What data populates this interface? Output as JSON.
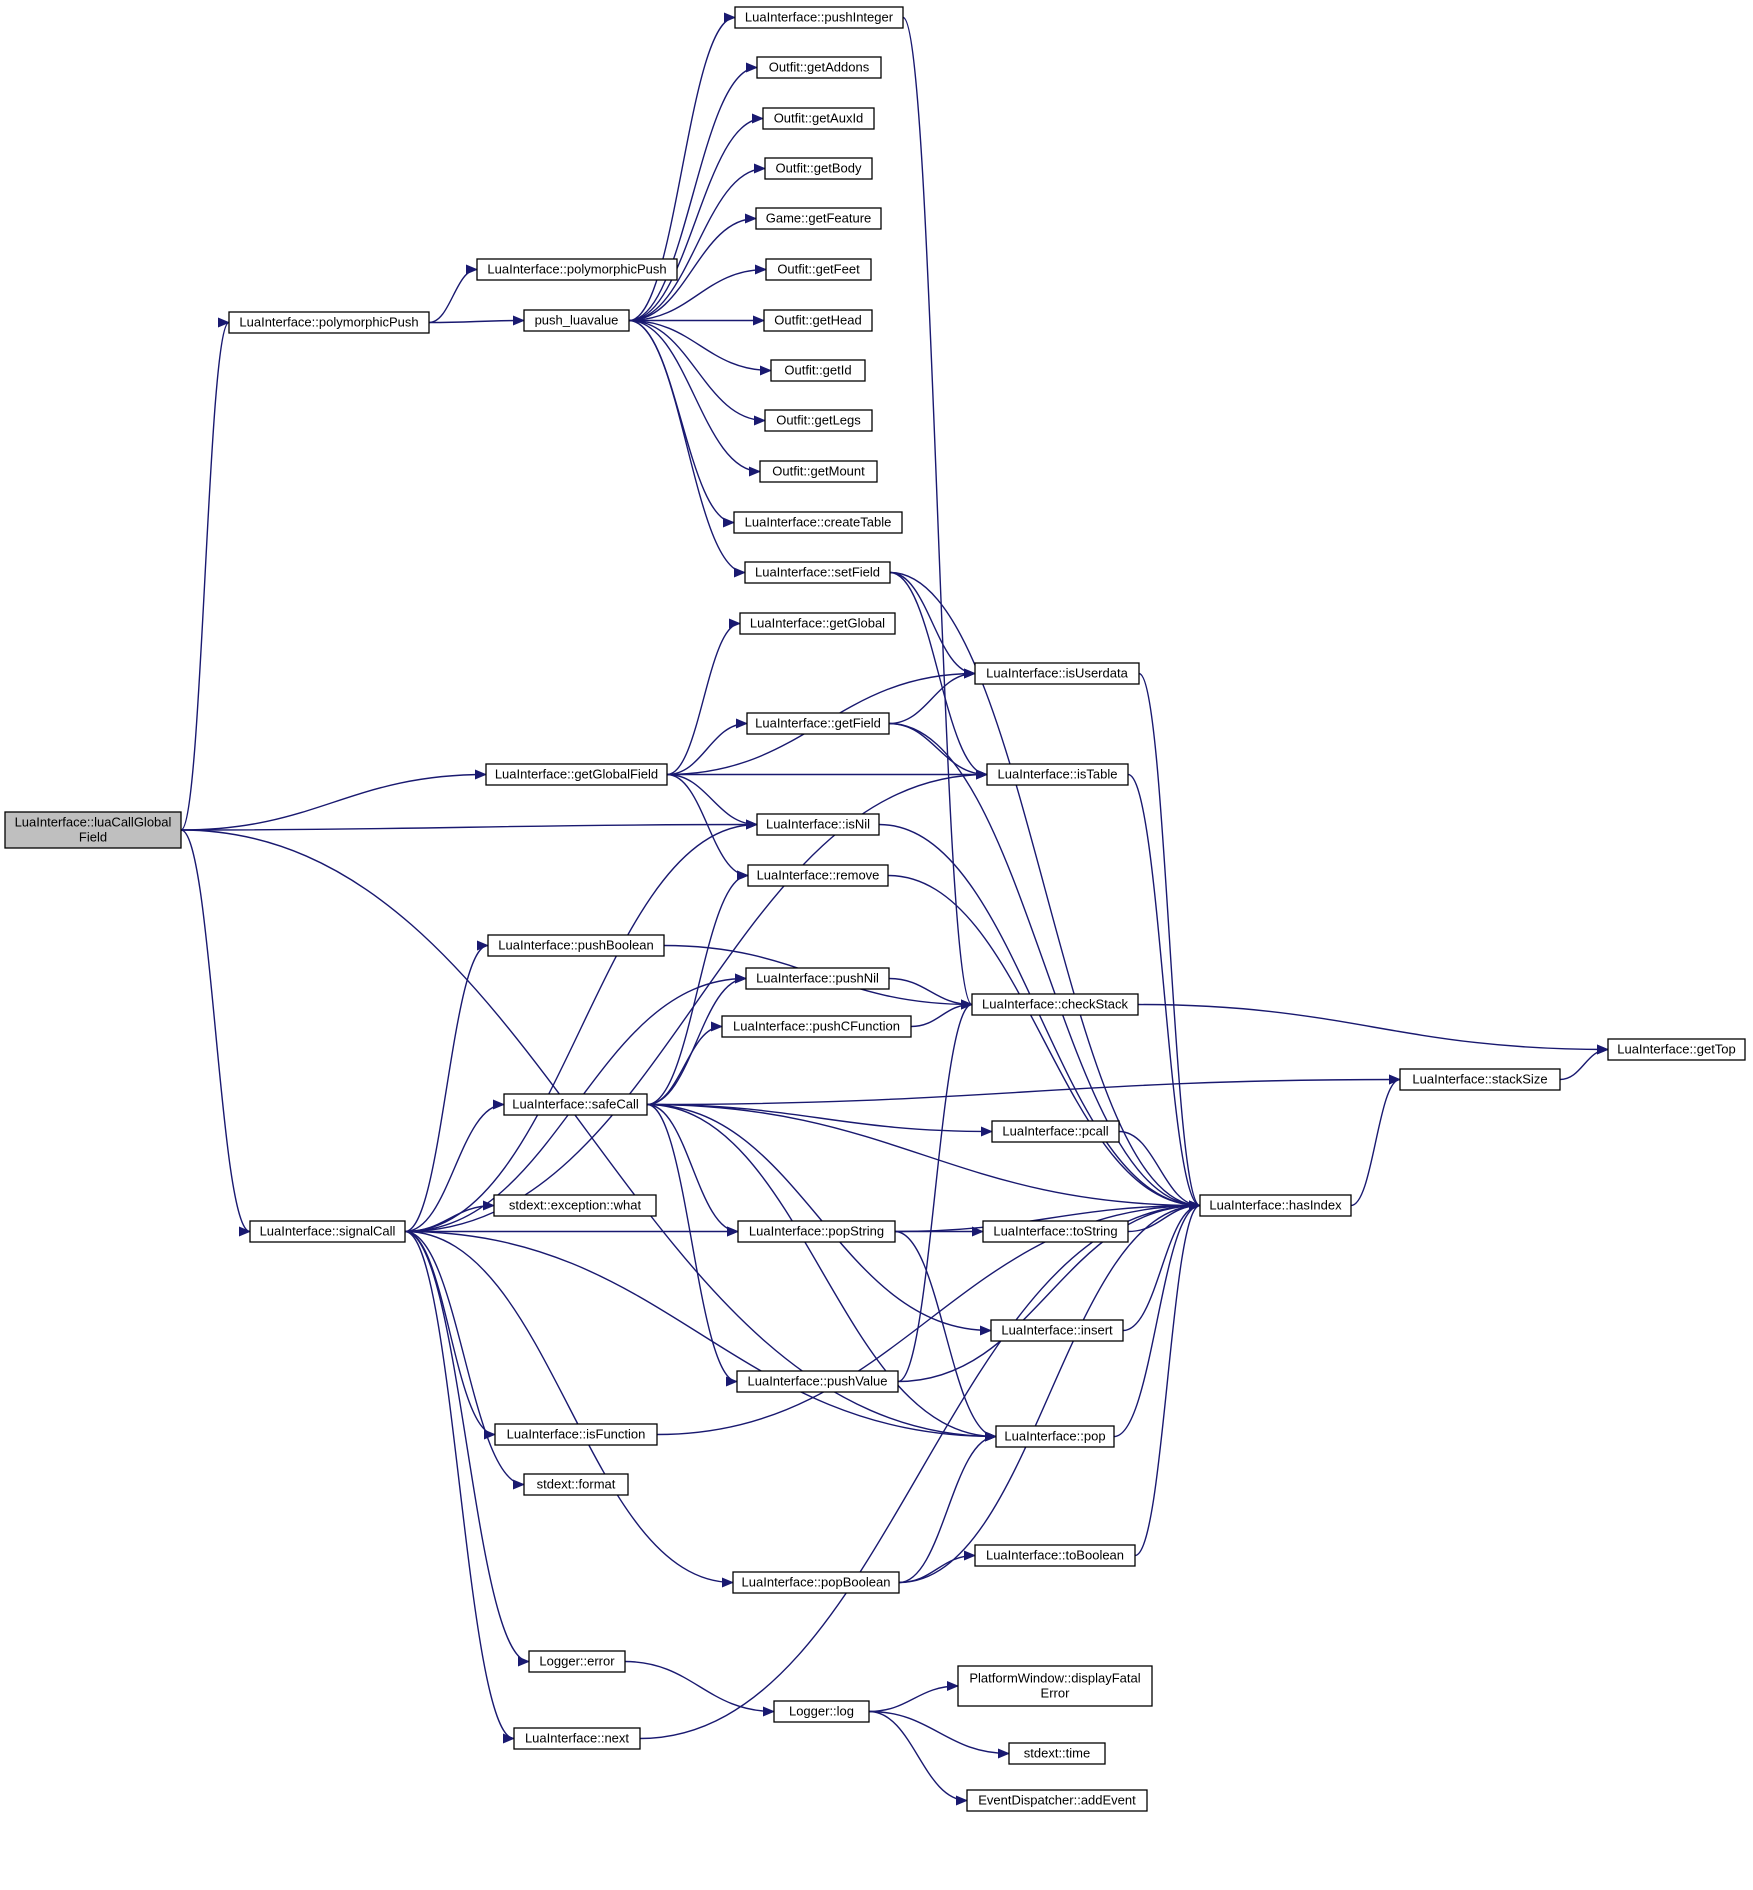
{
  "colors": {
    "edge": "#191970",
    "root_fill": "#bfbfbf",
    "node_fill": "#ffffff",
    "border": "#000000"
  },
  "nodes": [
    {
      "id": "root",
      "lines": [
        "LuaInterface::luaCallGlobal",
        "Field"
      ],
      "root": true
    },
    {
      "id": "polyPush1",
      "lines": [
        "LuaInterface::polymorphicPush"
      ]
    },
    {
      "id": "polyPush2",
      "lines": [
        "LuaInterface::polymorphicPush"
      ]
    },
    {
      "id": "pushLuavalue",
      "lines": [
        "push_luavalue"
      ]
    },
    {
      "id": "pushInteger",
      "lines": [
        "LuaInterface::pushInteger"
      ]
    },
    {
      "id": "getAddons",
      "lines": [
        "Outfit::getAddons"
      ]
    },
    {
      "id": "getAuxId",
      "lines": [
        "Outfit::getAuxId"
      ]
    },
    {
      "id": "getBody",
      "lines": [
        "Outfit::getBody"
      ]
    },
    {
      "id": "getFeature",
      "lines": [
        "Game::getFeature"
      ]
    },
    {
      "id": "getFeet",
      "lines": [
        "Outfit::getFeet"
      ]
    },
    {
      "id": "getHead",
      "lines": [
        "Outfit::getHead"
      ]
    },
    {
      "id": "getId",
      "lines": [
        "Outfit::getId"
      ]
    },
    {
      "id": "getLegs",
      "lines": [
        "Outfit::getLegs"
      ]
    },
    {
      "id": "getMount",
      "lines": [
        "Outfit::getMount"
      ]
    },
    {
      "id": "createTable",
      "lines": [
        "LuaInterface::createTable"
      ]
    },
    {
      "id": "setField",
      "lines": [
        "LuaInterface::setField"
      ]
    },
    {
      "id": "getGlobal",
      "lines": [
        "LuaInterface::getGlobal"
      ]
    },
    {
      "id": "isUserdata",
      "lines": [
        "LuaInterface::isUserdata"
      ]
    },
    {
      "id": "getField",
      "lines": [
        "LuaInterface::getField"
      ]
    },
    {
      "id": "getGlobalField",
      "lines": [
        "LuaInterface::getGlobalField"
      ]
    },
    {
      "id": "isTable",
      "lines": [
        "LuaInterface::isTable"
      ]
    },
    {
      "id": "isNil",
      "lines": [
        "LuaInterface::isNil"
      ]
    },
    {
      "id": "remove",
      "lines": [
        "LuaInterface::remove"
      ]
    },
    {
      "id": "pushBoolean",
      "lines": [
        "LuaInterface::pushBoolean"
      ]
    },
    {
      "id": "pushNil",
      "lines": [
        "LuaInterface::pushNil"
      ]
    },
    {
      "id": "checkStack",
      "lines": [
        "LuaInterface::checkStack"
      ]
    },
    {
      "id": "pushCFunction",
      "lines": [
        "LuaInterface::pushCFunction"
      ]
    },
    {
      "id": "getTop",
      "lines": [
        "LuaInterface::getTop"
      ]
    },
    {
      "id": "stackSize",
      "lines": [
        "LuaInterface::stackSize"
      ]
    },
    {
      "id": "safeCall",
      "lines": [
        "LuaInterface::safeCall"
      ]
    },
    {
      "id": "pcall",
      "lines": [
        "LuaInterface::pcall"
      ]
    },
    {
      "id": "exWhat",
      "lines": [
        "stdext::exception::what"
      ]
    },
    {
      "id": "hasIndex",
      "lines": [
        "LuaInterface::hasIndex"
      ]
    },
    {
      "id": "signalCall",
      "lines": [
        "LuaInterface::signalCall"
      ]
    },
    {
      "id": "popString",
      "lines": [
        "LuaInterface::popString"
      ]
    },
    {
      "id": "toString",
      "lines": [
        "LuaInterface::toString"
      ]
    },
    {
      "id": "insert",
      "lines": [
        "LuaInterface::insert"
      ]
    },
    {
      "id": "pushValue",
      "lines": [
        "LuaInterface::pushValue"
      ]
    },
    {
      "id": "isFunction",
      "lines": [
        "LuaInterface::isFunction"
      ]
    },
    {
      "id": "pop",
      "lines": [
        "LuaInterface::pop"
      ]
    },
    {
      "id": "format",
      "lines": [
        "stdext::format"
      ]
    },
    {
      "id": "toBoolean",
      "lines": [
        "LuaInterface::toBoolean"
      ]
    },
    {
      "id": "popBoolean",
      "lines": [
        "LuaInterface::popBoolean"
      ]
    },
    {
      "id": "loggerError",
      "lines": [
        "Logger::error"
      ]
    },
    {
      "id": "displayFatal",
      "lines": [
        "PlatformWindow::displayFatal",
        "Error"
      ]
    },
    {
      "id": "loggerLog",
      "lines": [
        "Logger::log"
      ]
    },
    {
      "id": "time",
      "lines": [
        "stdext::time"
      ]
    },
    {
      "id": "next",
      "lines": [
        "LuaInterface::next"
      ]
    },
    {
      "id": "addEvent",
      "lines": [
        "EventDispatcher::addEvent"
      ]
    }
  ],
  "edges": [
    [
      "root",
      "polyPush1"
    ],
    [
      "root",
      "getGlobalField"
    ],
    [
      "root",
      "isNil"
    ],
    [
      "root",
      "signalCall"
    ],
    [
      "root",
      "pop"
    ],
    [
      "polyPush1",
      "polyPush2"
    ],
    [
      "polyPush1",
      "pushLuavalue"
    ],
    [
      "pushLuavalue",
      "pushInteger"
    ],
    [
      "pushLuavalue",
      "getAddons"
    ],
    [
      "pushLuavalue",
      "getAuxId"
    ],
    [
      "pushLuavalue",
      "getBody"
    ],
    [
      "pushLuavalue",
      "getFeature"
    ],
    [
      "pushLuavalue",
      "getFeet"
    ],
    [
      "pushLuavalue",
      "getHead"
    ],
    [
      "pushLuavalue",
      "getId"
    ],
    [
      "pushLuavalue",
      "getLegs"
    ],
    [
      "pushLuavalue",
      "getMount"
    ],
    [
      "pushLuavalue",
      "createTable"
    ],
    [
      "pushLuavalue",
      "setField"
    ],
    [
      "pushInteger",
      "checkStack"
    ],
    [
      "setField",
      "isUserdata"
    ],
    [
      "setField",
      "isTable"
    ],
    [
      "setField",
      "hasIndex"
    ],
    [
      "getGlobalField",
      "getGlobal"
    ],
    [
      "getGlobalField",
      "isUserdata"
    ],
    [
      "getGlobalField",
      "getField"
    ],
    [
      "getGlobalField",
      "isTable"
    ],
    [
      "getGlobalField",
      "isNil"
    ],
    [
      "getGlobalField",
      "remove"
    ],
    [
      "getField",
      "isUserdata"
    ],
    [
      "getField",
      "isTable"
    ],
    [
      "getField",
      "hasIndex"
    ],
    [
      "isUserdata",
      "hasIndex"
    ],
    [
      "isTable",
      "hasIndex"
    ],
    [
      "isNil",
      "hasIndex"
    ],
    [
      "remove",
      "hasIndex"
    ],
    [
      "pushBoolean",
      "checkStack"
    ],
    [
      "pushNil",
      "checkStack"
    ],
    [
      "pushCFunction",
      "checkStack"
    ],
    [
      "checkStack",
      "getTop"
    ],
    [
      "stackSize",
      "getTop"
    ],
    [
      "hasIndex",
      "stackSize"
    ],
    [
      "safeCall",
      "remove"
    ],
    [
      "safeCall",
      "pushNil"
    ],
    [
      "safeCall",
      "pushCFunction"
    ],
    [
      "safeCall",
      "stackSize"
    ],
    [
      "safeCall",
      "pcall"
    ],
    [
      "safeCall",
      "popString"
    ],
    [
      "safeCall",
      "insert"
    ],
    [
      "safeCall",
      "pushValue"
    ],
    [
      "safeCall",
      "pop"
    ],
    [
      "safeCall",
      "hasIndex"
    ],
    [
      "pcall",
      "hasIndex"
    ],
    [
      "popString",
      "hasIndex"
    ],
    [
      "popString",
      "toString"
    ],
    [
      "popString",
      "pop"
    ],
    [
      "toString",
      "hasIndex"
    ],
    [
      "insert",
      "hasIndex"
    ],
    [
      "pushValue",
      "checkStack"
    ],
    [
      "pushValue",
      "hasIndex"
    ],
    [
      "pop",
      "hasIndex"
    ],
    [
      "signalCall",
      "isNil"
    ],
    [
      "signalCall",
      "pushBoolean"
    ],
    [
      "signalCall",
      "pushNil"
    ],
    [
      "signalCall",
      "safeCall"
    ],
    [
      "signalCall",
      "exWhat"
    ],
    [
      "signalCall",
      "isTable"
    ],
    [
      "signalCall",
      "popString"
    ],
    [
      "signalCall",
      "pop"
    ],
    [
      "signalCall",
      "isFunction"
    ],
    [
      "signalCall",
      "format"
    ],
    [
      "signalCall",
      "popBoolean"
    ],
    [
      "signalCall",
      "loggerError"
    ],
    [
      "signalCall",
      "next"
    ],
    [
      "isFunction",
      "hasIndex"
    ],
    [
      "popBoolean",
      "toBoolean"
    ],
    [
      "popBoolean",
      "pop"
    ],
    [
      "popBoolean",
      "hasIndex"
    ],
    [
      "toBoolean",
      "hasIndex"
    ],
    [
      "loggerError",
      "loggerLog"
    ],
    [
      "loggerLog",
      "displayFatal"
    ],
    [
      "loggerLog",
      "time"
    ],
    [
      "loggerLog",
      "addEvent"
    ],
    [
      "next",
      "hasIndex"
    ]
  ]
}
